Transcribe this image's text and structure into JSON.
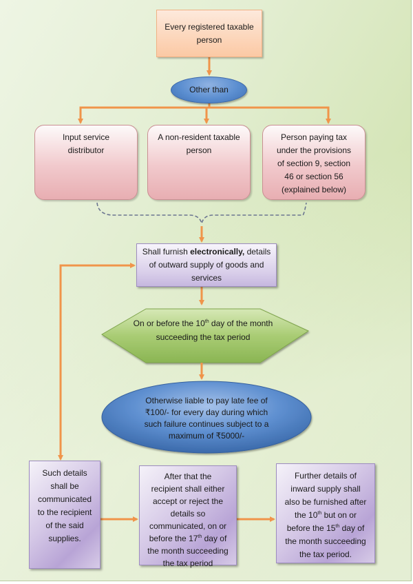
{
  "diagram": {
    "nodes": {
      "start": {
        "shape": "rectangle",
        "line1": "Every registered taxable",
        "line2": "person"
      },
      "other_than": {
        "shape": "ellipse",
        "label": "Other than"
      },
      "exclusions": [
        {
          "shape": "rounded-rectangle",
          "lines": [
            "Input service",
            "distributor"
          ]
        },
        {
          "shape": "rounded-rectangle",
          "lines": [
            "A non-resident taxable",
            "person"
          ]
        },
        {
          "shape": "rounded-rectangle",
          "lines": [
            "Person paying tax",
            "under the provisions",
            "of section 9, section",
            "46 or section 56",
            "(explained below)"
          ]
        }
      ],
      "furnish": {
        "shape": "rectangle",
        "prefix": "Shall furnish ",
        "bold": "electronically,",
        "suffix": " details",
        "line2": "of outward supply of goods and",
        "line3": "services"
      },
      "deadline": {
        "shape": "hexagon",
        "pre": "On or before the 10",
        "sup": "th",
        "post": " day of the month",
        "line2": "succeeding the tax period"
      },
      "late_fee": {
        "shape": "ellipse",
        "lines": [
          "Otherwise liable to pay late fee of",
          "₹100/- for every day during which",
          "such failure continues subject to a",
          "maximum of ₹5000/-"
        ]
      },
      "communicated": {
        "shape": "rectangle",
        "lines": [
          "Such details",
          "shall be",
          "communicated",
          "to the recipient",
          "of the said",
          "supplies."
        ]
      },
      "accept_reject": {
        "shape": "rectangle",
        "lines": [
          "After that the",
          "recipient shall either",
          "accept or reject the",
          "details so",
          "communicated, on or"
        ],
        "l6_pre": "before the 17",
        "l6_sup": "th",
        "l6_post": " day of",
        "l7": "the month succeeding",
        "l8": "the tax period"
      },
      "inward_supply": {
        "shape": "rectangle",
        "lines": [
          "Further details of",
          "inward supply shall",
          "also be furnished after"
        ],
        "l4_pre": "the 10",
        "l4_sup": "th",
        "l4_post": " but on or",
        "l5_pre": "before the 15",
        "l5_sup": "th",
        "l5_post": " day of",
        "l6": "the month succeeding",
        "l7": "the tax period."
      }
    },
    "colors": {
      "arrow": "#f0944a",
      "dashed_connector": "#6b7590",
      "start_fill": "#fbc9a4",
      "other_than_fill": "#5b8ed0",
      "exclusion_fill": "#f1c9cc",
      "furnish_fill": "#d8cde9",
      "deadline_fill": "#9cc464",
      "late_fee_fill": "#4f83c4",
      "bottom_fill": "#c6b7df"
    }
  }
}
